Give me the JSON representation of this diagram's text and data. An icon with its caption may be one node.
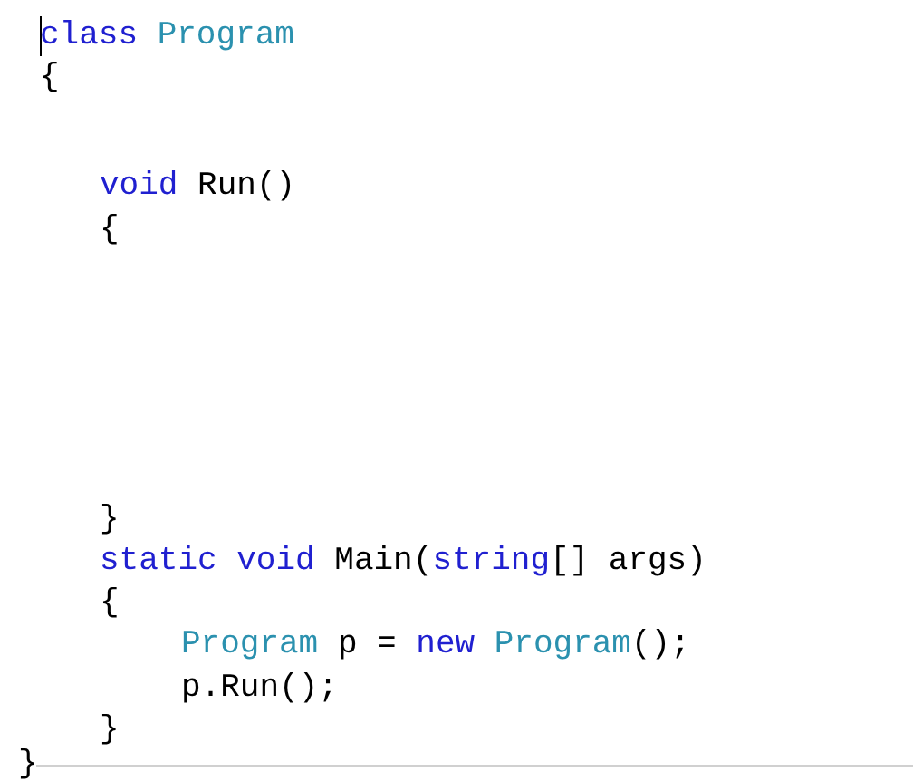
{
  "diagram": {
    "labels": [
      "class Program",
      "{",
      "void Run()",
      "{",
      "}",
      "static void Main(string[] args)",
      "{",
      "Program p = new Program();",
      "p.Run();",
      "}",
      "}"
    ]
  }
}
